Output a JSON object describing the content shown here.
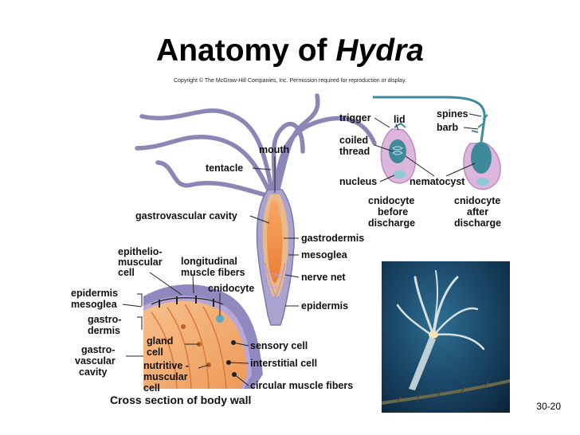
{
  "slide": {
    "title_prefix": "Anatomy of ",
    "title_italic": "Hydra",
    "copyright": "Copyright © The McGraw-Hill Companies, Inc. Permission required for reproduction or display.",
    "slide_number": "30-20"
  },
  "body_labels": {
    "mouth": "mouth",
    "tentacle": "tentacle",
    "gastrovascular_cavity": "gastrovascular cavity",
    "gastrodermis": "gastrodermis",
    "mesoglea": "mesoglea",
    "nerve_net": "nerve net",
    "epidermis": "epidermis"
  },
  "cnidocyte_labels": {
    "trigger": "trigger",
    "lid": "lid",
    "coiled_thread_1": "coiled",
    "coiled_thread_2": "thread",
    "nucleus": "nucleus",
    "spines": "spines",
    "barb": "barb",
    "nematocyst": "nematocyst",
    "before_1": "cnidocyte",
    "before_2": "before",
    "before_3": "discharge",
    "after_1": "cnidocyte",
    "after_2": "after",
    "after_3": "discharge"
  },
  "cross_section_labels": {
    "epithelio_1": "epithelio-",
    "epithelio_2": "muscular",
    "epithelio_3": "cell",
    "longitudinal_1": "longitudinal",
    "longitudinal_2": "muscle fibers",
    "cnidocyte": "cnidocyte",
    "epidermis": "epidermis",
    "mesoglea": "mesoglea",
    "gastrodermis_1": "gastro-",
    "gastrodermis_2": "dermis",
    "gv_cavity_1": "gastro-",
    "gv_cavity_2": "vascular",
    "gv_cavity_3": "cavity",
    "gland_1": "gland",
    "gland_2": "cell",
    "nutritive_1": "nutritive -",
    "nutritive_2": "muscular",
    "nutritive_3": "cell",
    "sensory_cell": "sensory cell",
    "interstitial_cell": "interstitial cell",
    "circular_muscle": "circular muscle fibers",
    "caption": "Cross section of body wall"
  },
  "colors": {
    "tentacle": "#8a86b6",
    "body_outer": "#a8a3cf",
    "body_inner": "#e7b98c",
    "cavity": "#f08a3c",
    "cell_pink": "#dcb6dc",
    "nematocyst": "#3f8a9a",
    "wall_epidermis": "#8f89c0",
    "wall_gastrodermis": "#f0a46a"
  }
}
